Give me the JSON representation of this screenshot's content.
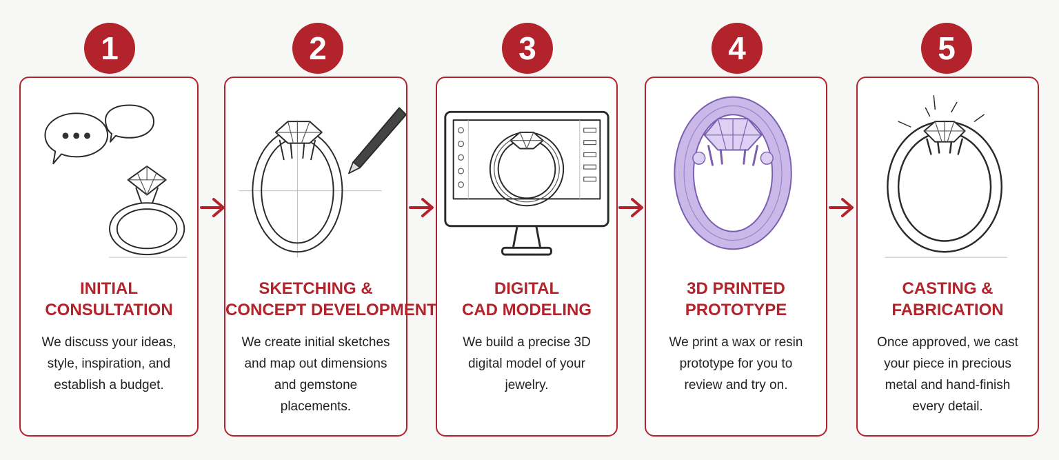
{
  "colors": {
    "accent": "#b3232b",
    "text": "#222222",
    "prototype": "#b7a5dc"
  },
  "steps": [
    {
      "number": "1",
      "title_lines": [
        "INITIAL",
        "CONSULTATION"
      ],
      "desc_lines": [
        "We discuss your ideas,",
        "style, inspiration, and",
        "establish a budget."
      ],
      "icons": [
        "speech-bubbles-icon",
        "ring-icon"
      ]
    },
    {
      "number": "2",
      "title_lines": [
        "SKETCHING &",
        "CONCEPT DEVELOPMENT"
      ],
      "desc_lines": [
        "We create initial sketches",
        "and map out dimensions",
        "and gemstone",
        "placements."
      ],
      "icons": [
        "ring-sketch-icon",
        "pencil-icon"
      ]
    },
    {
      "number": "3",
      "title_lines": [
        "DIGITAL",
        "CAD MODELING"
      ],
      "desc_lines": [
        "We build a precise 3D",
        "digital model of your",
        "jewelry."
      ],
      "icons": [
        "computer-monitor-icon",
        "wireframe-ring-icon"
      ]
    },
    {
      "number": "4",
      "title_lines": [
        "3D PRINTED",
        "PROTOTYPE"
      ],
      "desc_lines": [
        "We print a wax or resin",
        "prototype for you to",
        "review and try on."
      ],
      "icons": [
        "prototype-ring-icon"
      ]
    },
    {
      "number": "5",
      "title_lines": [
        "CASTING &",
        "FABRICATION"
      ],
      "desc_lines": [
        "Once approved, we cast",
        "your piece in precious",
        "metal and hand-finish",
        "every detail."
      ],
      "icons": [
        "finished-ring-icon"
      ]
    }
  ],
  "connectors": [
    "arrow-right-icon",
    "arrow-right-icon",
    "arrow-right-icon",
    "arrow-right-icon"
  ]
}
